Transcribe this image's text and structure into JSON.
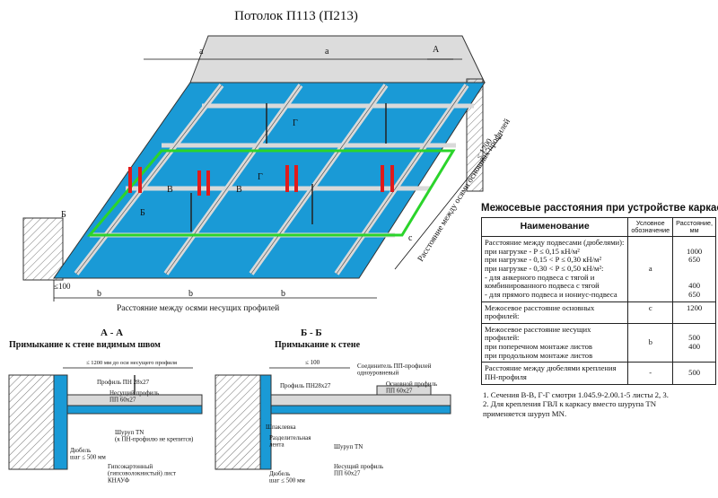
{
  "title": "Потолок П113 (П213)",
  "plan": {
    "dim_a": "a",
    "dim_b": "b",
    "dim_c": "c",
    "dim_100": "≤100",
    "dim_1200": "≤ 1200",
    "bottom_caption": "Расстояние между осями несущих профилей",
    "side_caption": "Расстояние между осями основных профилей",
    "sections": [
      "А",
      "Б",
      "В",
      "Г"
    ]
  },
  "section_aa": {
    "title": "А - А",
    "subtitle": "Примыкание к стене видимым швом",
    "dim": "≤ 1200 мм до оси несущего профиля",
    "labels": [
      "Профиль ПН 28х27",
      "Несущий профиль\nПП 60х27",
      "Шуруп TN\n(к ПН-профилю не крепится)",
      "Дюбель\nшаг ≤ 500 мм",
      "Гипсокартонный\n(гипсоволокнистый) лист\nКНАУФ"
    ]
  },
  "section_bb": {
    "title": "Б - Б",
    "subtitle": "Примыкание к стене",
    "dim": "≤ 100",
    "labels": [
      "Соединитель ПП-профилей\nодноуровневый",
      "Основной профиль\nПП 60х27",
      "Профиль ПН28х27",
      "Шпаклевка",
      "Разделительная\nлента",
      "Шуруп TN",
      "Несущий профиль\nПП 60х27",
      "Дюбель\nшаг ≤ 500 мм"
    ]
  },
  "spec": {
    "title": "Межосевые расстояния при устройстве каркаса",
    "head": {
      "name": "Наименование",
      "sym": "Условное обозначение",
      "val": "Расстояние, мм"
    },
    "rows": [
      {
        "desc": "Расстояние между подвесами (дюбелями):\n   при нагрузке -          P ≤ 0,15 кН/м²\n   при нагрузке -  0,15 < P ≤ 0,30 кН/м²\n   при нагрузке - 0,30 < P ≤ 0,50 кН/м²:\n     - для анкерного подвеса с тягой и\n       комбинированного подвеса с тягой\n     - для прямого подвеса и нониус-подвеса",
        "sym": "a",
        "val": "\n1000\n650\n\n\n400\n650"
      },
      {
        "desc": "Межосевое расстояние основных профилей:",
        "sym": "c",
        "val": "1200"
      },
      {
        "desc": "Межосевое расстояние несущих профилей:\n      при поперечном монтаже листов\n      при продольном монтаже листов",
        "sym": "b",
        "val": "\n500\n400"
      },
      {
        "desc": "Расстояние между дюбелями крепления\n              ПН-профиля",
        "sym": "-",
        "val": "500"
      }
    ],
    "notes": [
      "1. Сечения В-В, Г-Г смотри 1.045.9-2.00.1-5 листы 2, 3.",
      "2. Для крепления ГВЛ к каркасу вместо шурупа TN\n    применяется шуруп MN."
    ]
  },
  "colors": {
    "board": "#1a9ad6",
    "profile": "#d9d9d9",
    "highlight": "#2bd42b",
    "marker": "#e01b1b",
    "wall": "#bdbdbd"
  }
}
